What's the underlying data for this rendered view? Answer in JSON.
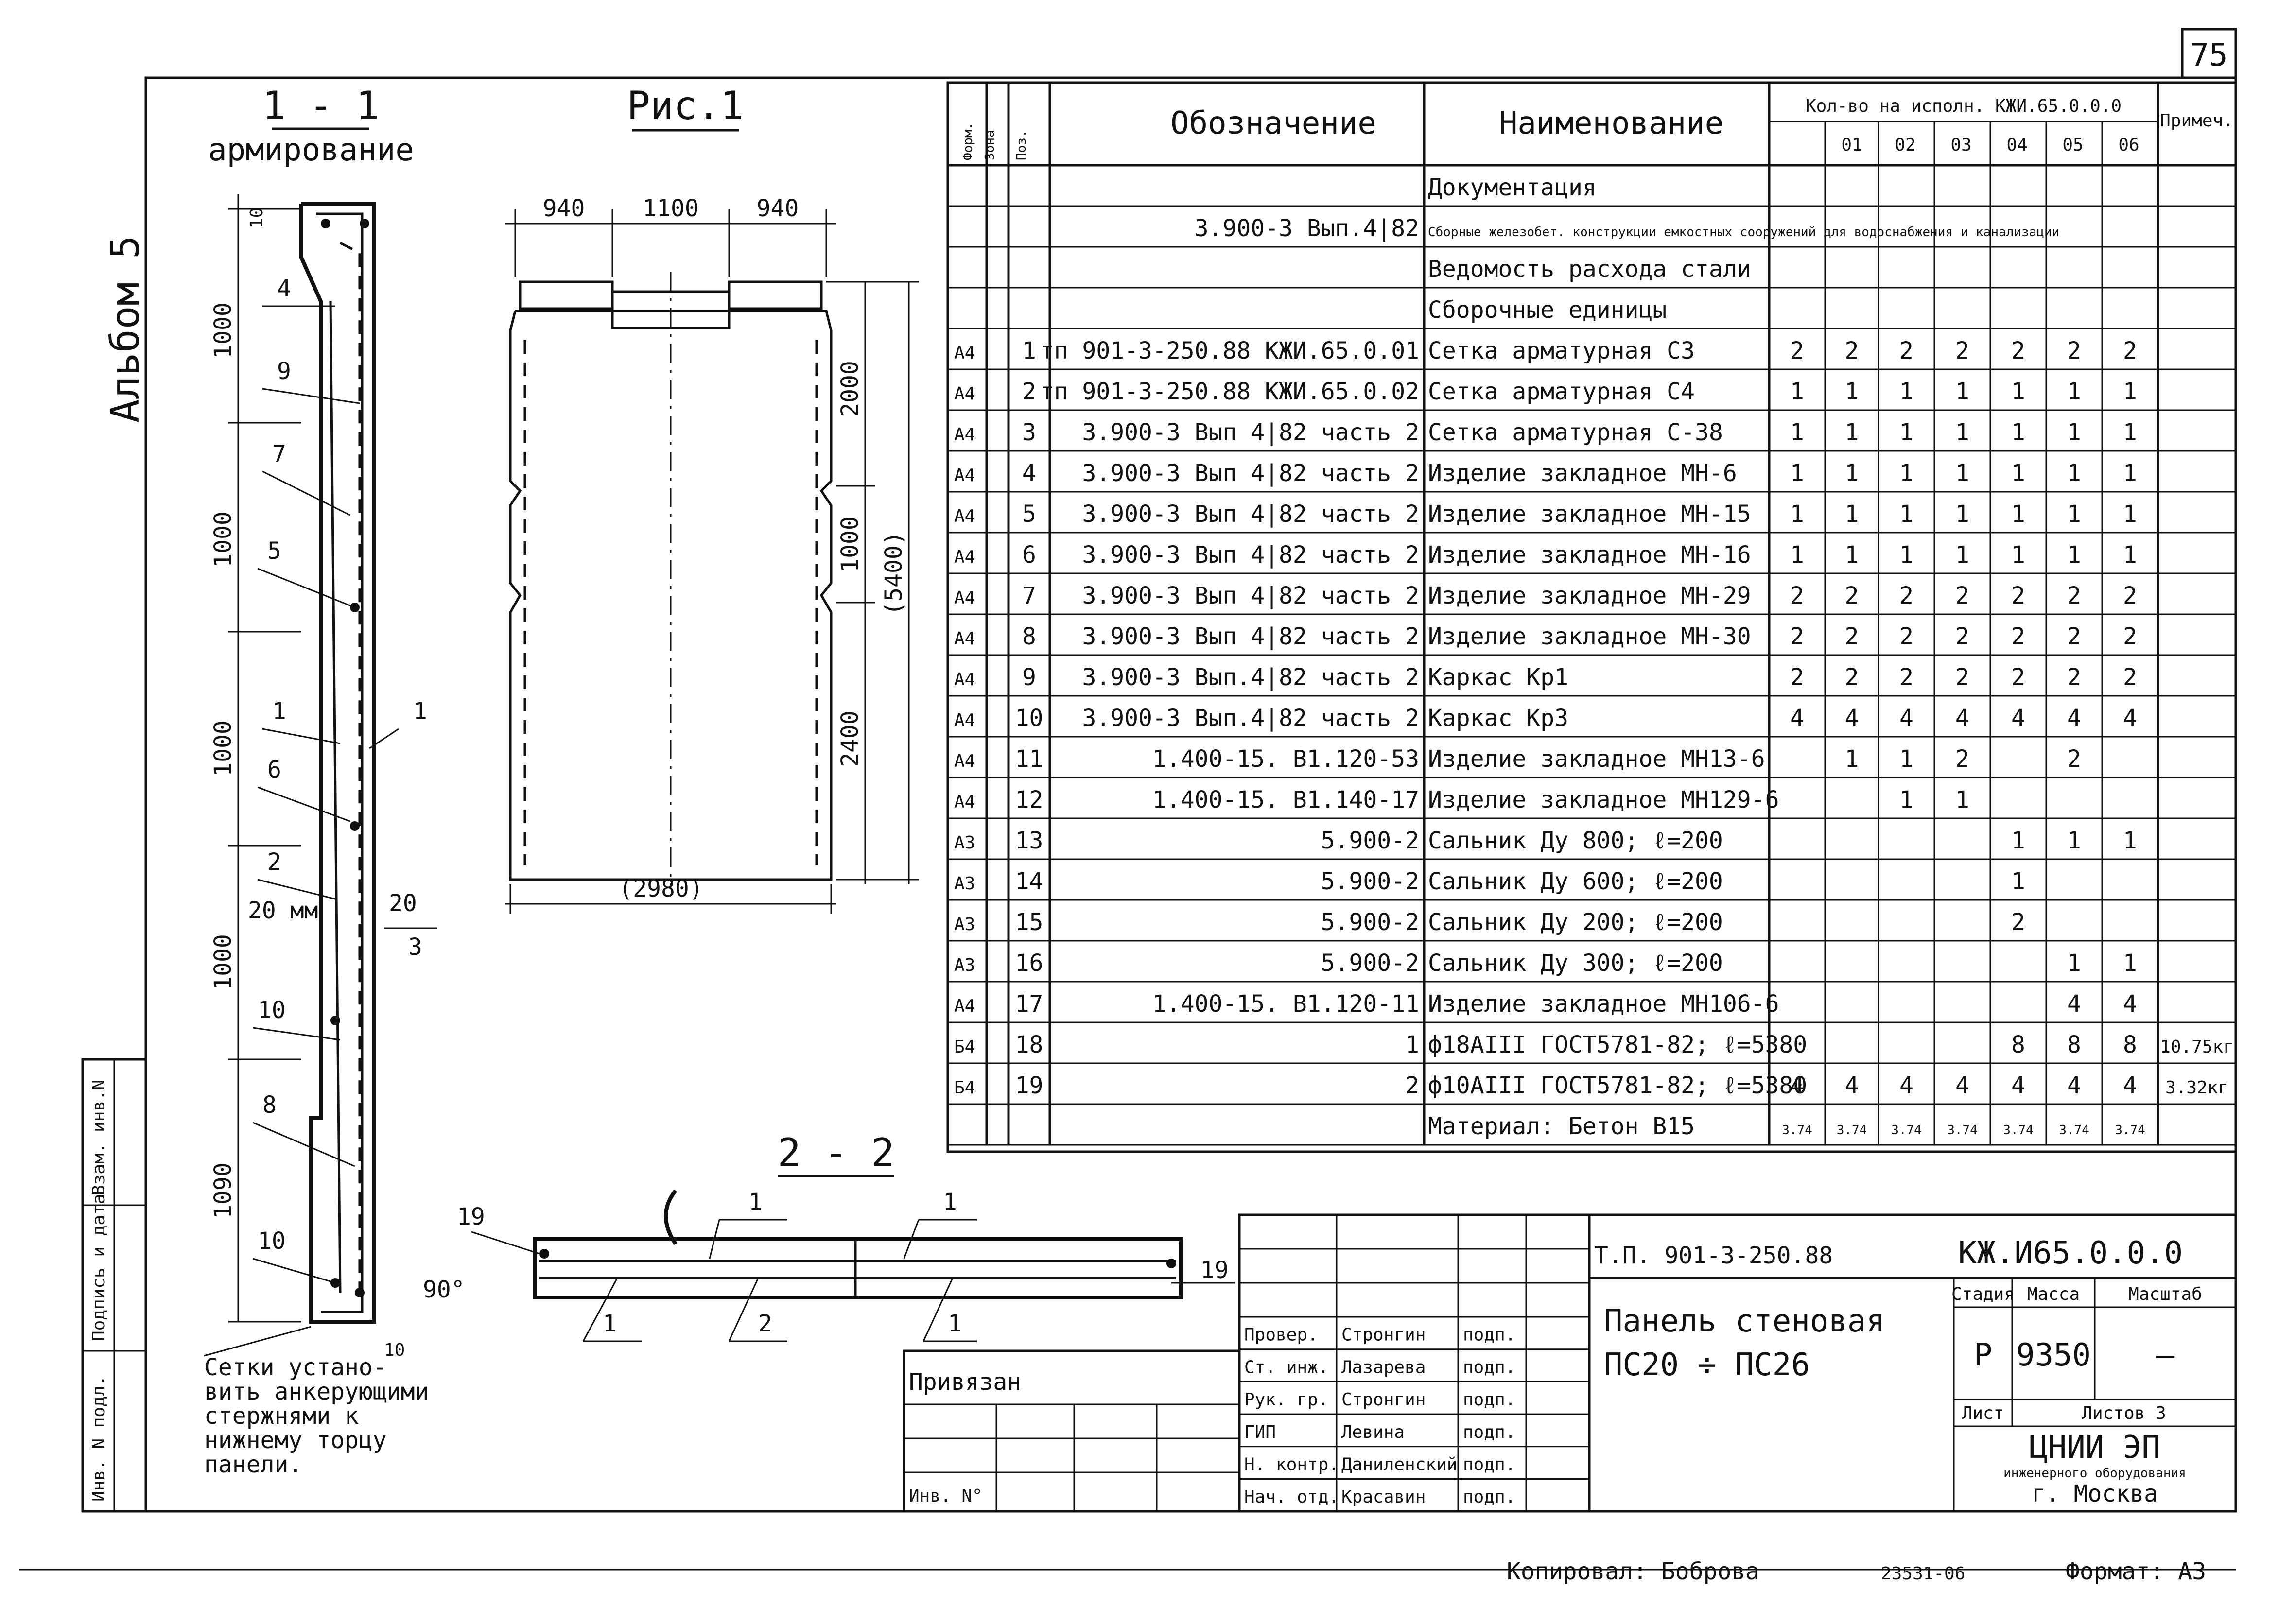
{
  "page_number": "75",
  "album_label": "Альбом 5",
  "left_strip": [
    "Инв. N подл.",
    "Подпись и дата",
    "Взам. инв.N"
  ],
  "section_1_1": {
    "title": "1 - 1",
    "subtitle": "армирование",
    "dims": [
      "1000",
      "1000",
      "1000",
      "1000",
      "1090"
    ],
    "small_dims": [
      "10",
      "10",
      "20 мм",
      "20",
      "90°"
    ],
    "callouts": [
      "4",
      "9",
      "7",
      "5",
      "1",
      "1",
      "6",
      "2",
      "3",
      "10",
      "8",
      "10"
    ],
    "note": [
      "Сетки устано-",
      "вить анкерующими",
      "стержнями к",
      "нижнему торцу",
      "панели."
    ]
  },
  "fig_1": {
    "title": "Рис.1",
    "top_dims": [
      "940",
      "1100",
      "940"
    ],
    "right_dims": [
      "2000",
      "1000",
      "2400"
    ],
    "overall_height": "(5400)",
    "overall_width": "(2980)"
  },
  "section_2_2": {
    "title": "2 - 2",
    "callouts": [
      "19",
      "1",
      "1",
      "19",
      "1",
      "2",
      "1"
    ]
  },
  "spec": {
    "headers": {
      "format": "Форм.",
      "zone": "Зона",
      "pos": "Поз.",
      "designation": "Обозначение",
      "name": "Наименование",
      "qty_group": "Кол-во на исполн. КЖИ.65.0.0.0",
      "variants": [
        "01",
        "02",
        "03",
        "04",
        "05",
        "06"
      ],
      "note": "Примеч."
    },
    "rows": [
      {
        "fmt": "",
        "pos": "",
        "des": "",
        "name": "Документация",
        "q": [
          "",
          "",
          "",
          "",
          "",
          "",
          ""
        ],
        "note": ""
      },
      {
        "fmt": "",
        "pos": "",
        "des": "3.900-3 Вып.4|82",
        "name": "Сборные железобет. конструкции емкостных сооружений для водоснабжения и канализации",
        "q": [
          "",
          "",
          "",
          "",
          "",
          "",
          ""
        ],
        "note": ""
      },
      {
        "fmt": "",
        "pos": "",
        "des": "",
        "name": "Ведомость расхода стали",
        "q": [
          "",
          "",
          "",
          "",
          "",
          "",
          ""
        ],
        "note": ""
      },
      {
        "fmt": "",
        "pos": "",
        "des": "",
        "name": "Сборочные единицы",
        "q": [
          "",
          "",
          "",
          "",
          "",
          "",
          ""
        ],
        "note": ""
      },
      {
        "fmt": "А4",
        "pos": "1",
        "des": "тп 901-3-250.88 КЖИ.65.0.01",
        "name": "Сетка арматурная С3",
        "q": [
          "2",
          "2",
          "2",
          "2",
          "2",
          "2",
          "2"
        ],
        "note": ""
      },
      {
        "fmt": "А4",
        "pos": "2",
        "des": "тп 901-3-250.88 КЖИ.65.0.02",
        "name": "Сетка арматурная С4",
        "q": [
          "1",
          "1",
          "1",
          "1",
          "1",
          "1",
          "1"
        ],
        "note": ""
      },
      {
        "fmt": "А4",
        "pos": "3",
        "des": "3.900-3 Вып 4|82 часть 2",
        "name": "Сетка арматурная С-38",
        "q": [
          "1",
          "1",
          "1",
          "1",
          "1",
          "1",
          "1"
        ],
        "note": ""
      },
      {
        "fmt": "А4",
        "pos": "4",
        "des": "3.900-3 Вып 4|82 часть 2",
        "name": "Изделие закладное МН-6",
        "q": [
          "1",
          "1",
          "1",
          "1",
          "1",
          "1",
          "1"
        ],
        "note": ""
      },
      {
        "fmt": "А4",
        "pos": "5",
        "des": "3.900-3 Вып 4|82 часть 2",
        "name": "Изделие закладное МН-15",
        "q": [
          "1",
          "1",
          "1",
          "1",
          "1",
          "1",
          "1"
        ],
        "note": ""
      },
      {
        "fmt": "А4",
        "pos": "6",
        "des": "3.900-3 Вып 4|82 часть 2",
        "name": "Изделие закладное МН-16",
        "q": [
          "1",
          "1",
          "1",
          "1",
          "1",
          "1",
          "1"
        ],
        "note": ""
      },
      {
        "fmt": "А4",
        "pos": "7",
        "des": "3.900-3 Вып 4|82 часть 2",
        "name": "Изделие закладное МН-29",
        "q": [
          "2",
          "2",
          "2",
          "2",
          "2",
          "2",
          "2"
        ],
        "note": ""
      },
      {
        "fmt": "А4",
        "pos": "8",
        "des": "3.900-3 Вып 4|82 часть 2",
        "name": "Изделие закладное МН-30",
        "q": [
          "2",
          "2",
          "2",
          "2",
          "2",
          "2",
          "2"
        ],
        "note": ""
      },
      {
        "fmt": "А4",
        "pos": "9",
        "des": "3.900-3 Вып.4|82 часть 2",
        "name": "Каркас Кр1",
        "q": [
          "2",
          "2",
          "2",
          "2",
          "2",
          "2",
          "2"
        ],
        "note": ""
      },
      {
        "fmt": "А4",
        "pos": "10",
        "des": "3.900-3 Вып.4|82 часть 2",
        "name": "Каркас Кр3",
        "q": [
          "4",
          "4",
          "4",
          "4",
          "4",
          "4",
          "4"
        ],
        "note": ""
      },
      {
        "fmt": "А4",
        "pos": "11",
        "des": "1.400-15. В1.120-53",
        "name": "Изделие закладное МН13-6",
        "q": [
          "",
          "1",
          "1",
          "2",
          "",
          "2",
          ""
        ],
        "note": ""
      },
      {
        "fmt": "А4",
        "pos": "12",
        "des": "1.400-15. В1.140-17",
        "name": "Изделие закладное МН129-6",
        "q": [
          "",
          "",
          "1",
          "1",
          "",
          "",
          ""
        ],
        "note": ""
      },
      {
        "fmt": "А3",
        "pos": "13",
        "des": "5.900-2",
        "name": "Сальник Ду 800; ℓ=200",
        "q": [
          "",
          "",
          "",
          "",
          "1",
          "1",
          "1"
        ],
        "note": ""
      },
      {
        "fmt": "А3",
        "pos": "14",
        "des": "5.900-2",
        "name": "Сальник Ду 600; ℓ=200",
        "q": [
          "",
          "",
          "",
          "",
          "1",
          "",
          ""
        ],
        "note": ""
      },
      {
        "fmt": "А3",
        "pos": "15",
        "des": "5.900-2",
        "name": "Сальник Ду 200; ℓ=200",
        "q": [
          "",
          "",
          "",
          "",
          "2",
          "",
          ""
        ],
        "note": ""
      },
      {
        "fmt": "А3",
        "pos": "16",
        "des": "5.900-2",
        "name": "Сальник Ду 300; ℓ=200",
        "q": [
          "",
          "",
          "",
          "",
          "",
          "1",
          "1"
        ],
        "note": ""
      },
      {
        "fmt": "А4",
        "pos": "17",
        "des": "1.400-15. В1.120-11",
        "name": "Изделие закладное МН106-6",
        "q": [
          "",
          "",
          "",
          "",
          "",
          "4",
          "4"
        ],
        "note": ""
      },
      {
        "fmt": "Б4",
        "pos": "18",
        "des": "1",
        "name": "ф18АIII ГОСТ5781-82; ℓ=5380",
        "q": [
          "",
          "",
          "",
          "",
          "8",
          "8",
          "8"
        ],
        "note": "10.75кг"
      },
      {
        "fmt": "Б4",
        "pos": "19",
        "des": "2",
        "name": "ф10АIII ГОСТ5781-82; ℓ=5380",
        "q": [
          "4",
          "4",
          "4",
          "4",
          "4",
          "4",
          "4"
        ],
        "note": "3.32кг"
      },
      {
        "fmt": "",
        "pos": "",
        "des": "",
        "name": "Материал: Бетон В15",
        "q": [
          "3.74",
          "3.74",
          "3.74",
          "3.74",
          "3.74",
          "3.74",
          "3.74"
        ],
        "note": ""
      }
    ]
  },
  "title_block": {
    "project": "Т.П. 901-3-250.88",
    "code": "КЖ.И65.0.0.0",
    "name_line1": "Панель стеновая",
    "name_line2": "ПС20 ÷ ПС26",
    "stage_label": "Стадия",
    "mass_label": "Масса",
    "scale_label": "Масштаб",
    "stage": "Р",
    "mass": "9350",
    "scale": "—",
    "sheet_label": "Лист",
    "sheets_label": "Листов 3",
    "org_name": "ЦНИИ ЭП",
    "org_sub": "инженерного оборудования",
    "org_city": "г. Москва",
    "bound_label": "Привязан",
    "inv_label": "Инв. N°",
    "staff": [
      {
        "role": "Провер.",
        "name": "Стронгин",
        "sign": "подп."
      },
      {
        "role": "Ст. инж.",
        "name": "Лазарева",
        "sign": "подп."
      },
      {
        "role": "Рук. гр.",
        "name": "Стронгин",
        "sign": "подп."
      },
      {
        "role": "ГИП",
        "name": "Левина",
        "sign": "подп."
      },
      {
        "role": "Н. контр.",
        "name": "Даниленский",
        "sign": "подп."
      },
      {
        "role": "Нач. отд.",
        "name": "Красавин",
        "sign": "подп."
      }
    ]
  },
  "footer": {
    "copied": "Копировал: Боброва",
    "number": "23531-06",
    "format": "Формат: А3"
  }
}
